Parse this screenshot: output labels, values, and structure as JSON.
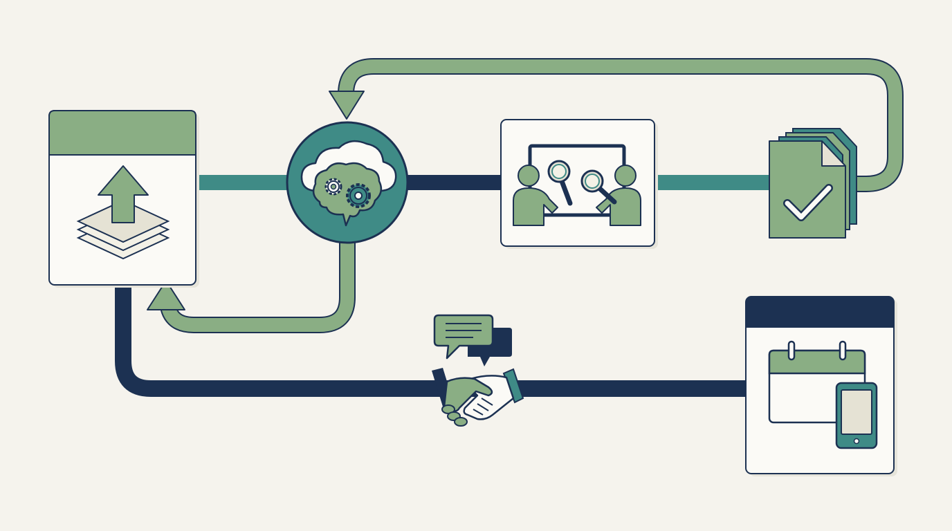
{
  "diagram": {
    "colors": {
      "background": "#f5f3ed",
      "navy": "#1c3152",
      "teal": "#3f8b86",
      "green": "#8aae84",
      "green_light": "#a7c29f",
      "card": "#fbfaf6",
      "card_shadow": "#e6e4da",
      "pale": "#e5e2d4"
    },
    "nodes": [
      {
        "id": "upload",
        "icon": "upload-stack-icon"
      },
      {
        "id": "ai-processing",
        "icon": "cloud-brain-gears-icon"
      },
      {
        "id": "review",
        "icon": "people-magnifier-icon"
      },
      {
        "id": "approved-documents",
        "icon": "document-check-icon"
      },
      {
        "id": "agreement",
        "icon": "handshake-chat-icon"
      },
      {
        "id": "schedule",
        "icon": "calendar-phone-icon"
      }
    ],
    "flows": [
      {
        "from": "upload",
        "to": "ai-processing",
        "style": "teal"
      },
      {
        "from": "ai-processing",
        "to": "review",
        "style": "navy"
      },
      {
        "from": "review",
        "to": "approved-documents",
        "style": "teal"
      },
      {
        "from": "approved-documents",
        "to": "ai-processing",
        "style": "green-loop",
        "arrow": true
      },
      {
        "from": "ai-processing",
        "to": "upload",
        "style": "green-loop",
        "arrow": true
      },
      {
        "from": "upload",
        "to": "agreement",
        "style": "navy"
      },
      {
        "from": "agreement",
        "to": "schedule",
        "style": "navy"
      }
    ]
  }
}
